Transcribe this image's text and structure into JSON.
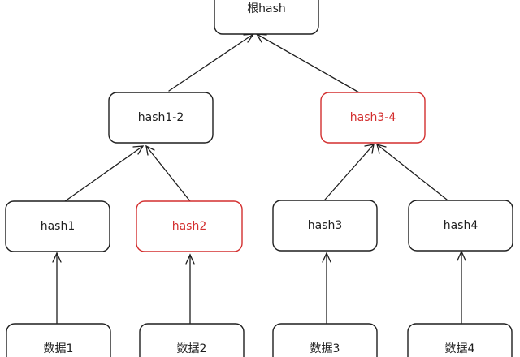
{
  "diagram": {
    "nodes": {
      "root": {
        "label": "根hash",
        "highlight": false
      },
      "hash12": {
        "label": "hash1-2",
        "highlight": false
      },
      "hash34": {
        "label": "hash3-4",
        "highlight": true
      },
      "hash1": {
        "label": "hash1",
        "highlight": false
      },
      "hash2": {
        "label": "hash2",
        "highlight": true
      },
      "hash3": {
        "label": "hash3",
        "highlight": false
      },
      "hash4": {
        "label": "hash4",
        "highlight": false
      },
      "data1": {
        "label": "数据1",
        "highlight": false
      },
      "data2": {
        "label": "数据2",
        "highlight": false
      },
      "data3": {
        "label": "数据3",
        "highlight": false
      },
      "data4": {
        "label": "数据4",
        "highlight": false
      }
    },
    "edges": [
      {
        "from": "hash12",
        "to": "root"
      },
      {
        "from": "hash34",
        "to": "root"
      },
      {
        "from": "hash1",
        "to": "hash12"
      },
      {
        "from": "hash2",
        "to": "hash12"
      },
      {
        "from": "hash3",
        "to": "hash34"
      },
      {
        "from": "hash4",
        "to": "hash34"
      },
      {
        "from": "data1",
        "to": "hash1"
      },
      {
        "from": "data2",
        "to": "hash2"
      },
      {
        "from": "data3",
        "to": "hash3"
      },
      {
        "from": "data4",
        "to": "hash4"
      }
    ],
    "colors": {
      "stroke": "#1e1e1e",
      "highlight": "#d32f2f",
      "background": "#ffffff"
    }
  }
}
